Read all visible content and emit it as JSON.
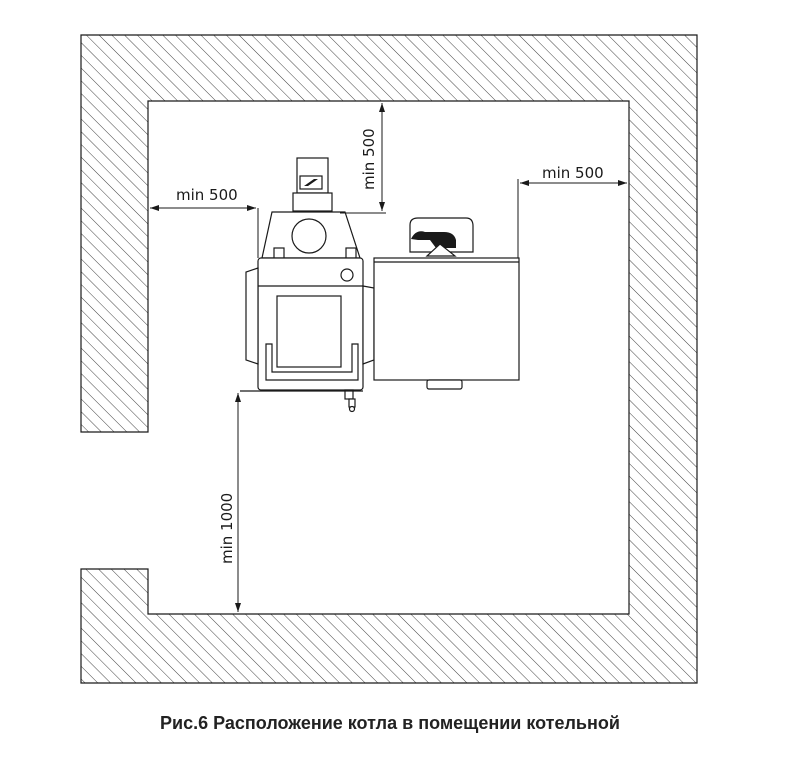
{
  "diagram": {
    "dimensions": {
      "left_clearance": "min 500",
      "top_clearance": "min 500",
      "right_clearance": "min 500",
      "front_clearance": "min 1000"
    },
    "colors": {
      "line": "#1a1a1a",
      "hatch": "#444444",
      "background": "#ffffff"
    }
  },
  "caption": "Рис.6 Расположение котла в помещении котельной"
}
